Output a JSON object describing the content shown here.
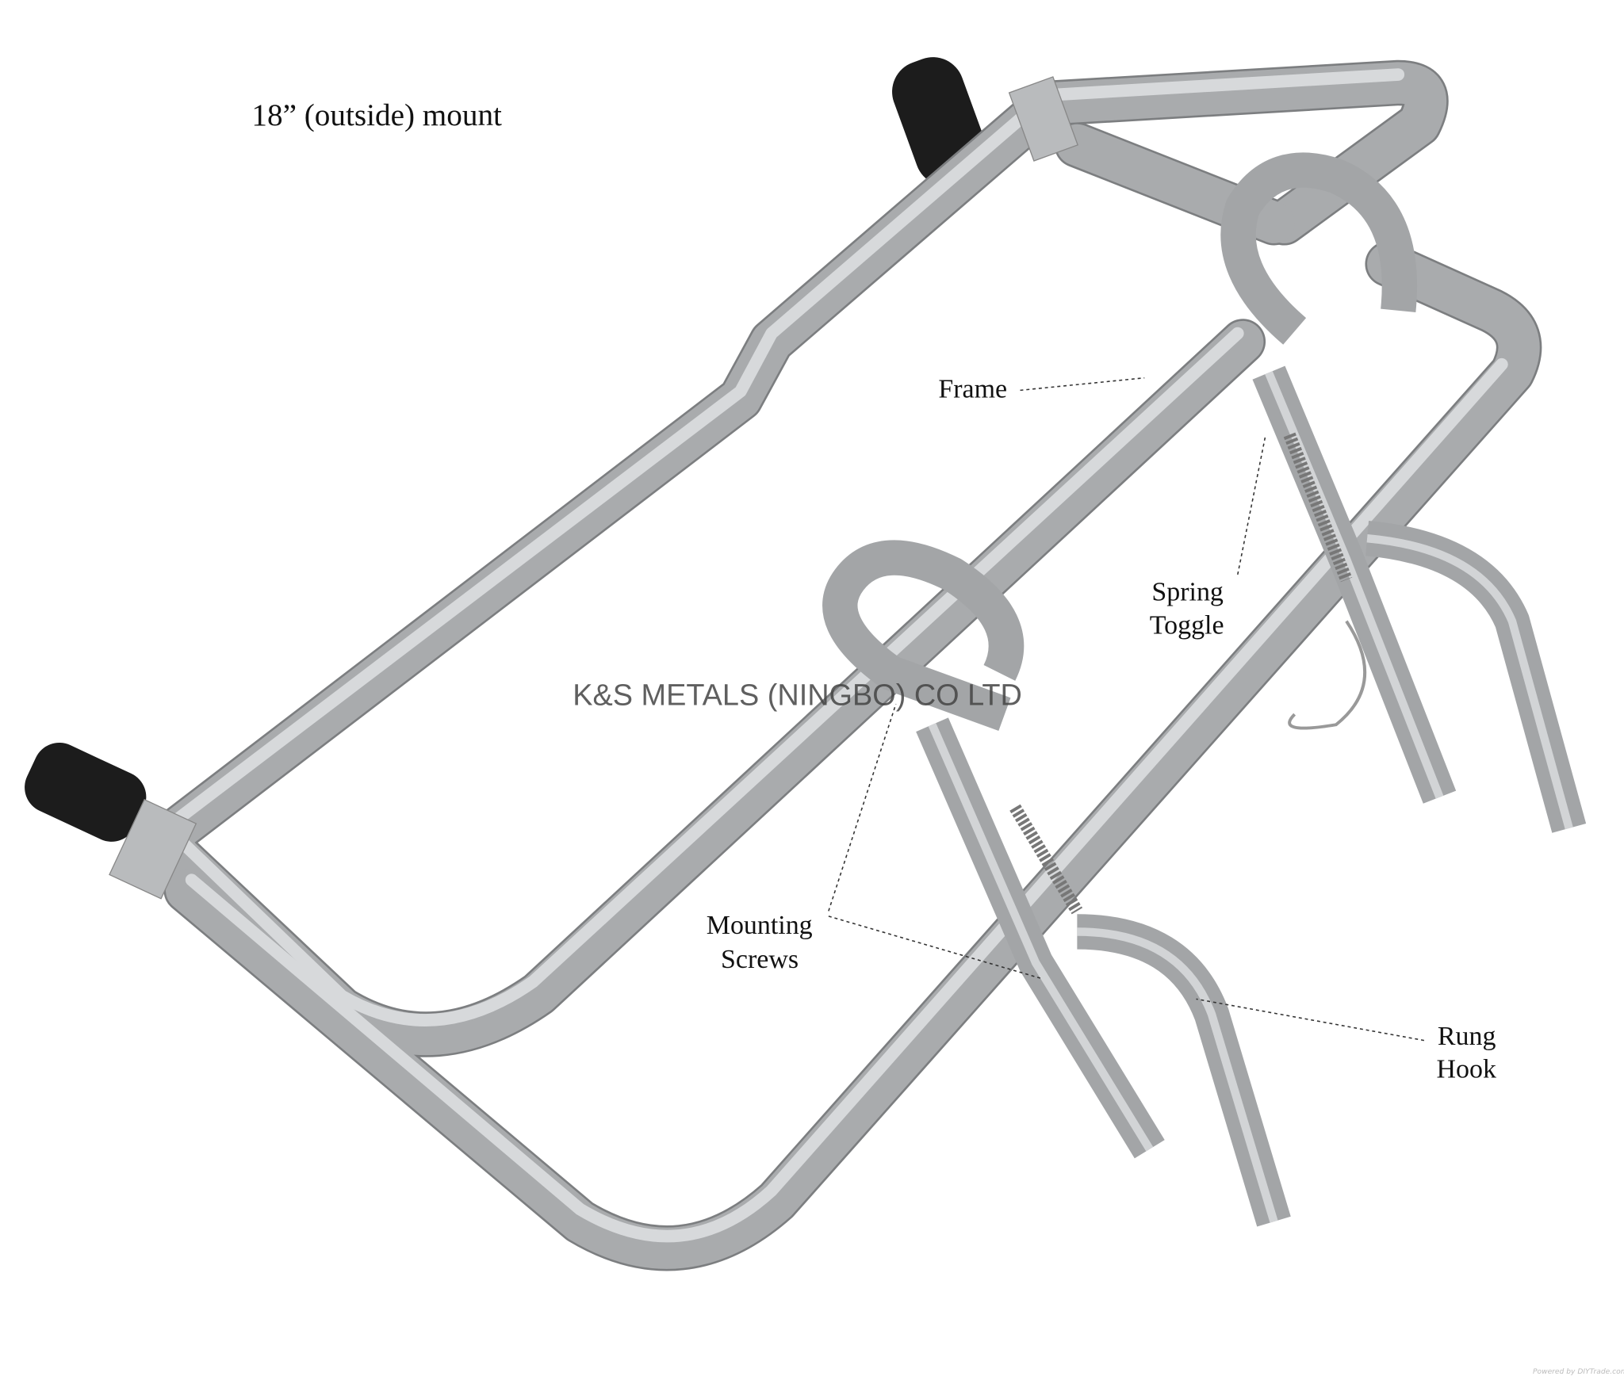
{
  "title": "18” (outside) mount",
  "labels": {
    "frame": "Frame",
    "spring_line1": "Spring",
    "spring_line2": "Toggle",
    "mounting_line1": "Mounting",
    "mounting_line2": "Screws",
    "rung_line1": "Rung",
    "rung_line2": "Hook"
  },
  "watermark": "K&S METALS (NINGBO) CO LTD",
  "powered_by": "Powered by DIYTrade.com"
}
